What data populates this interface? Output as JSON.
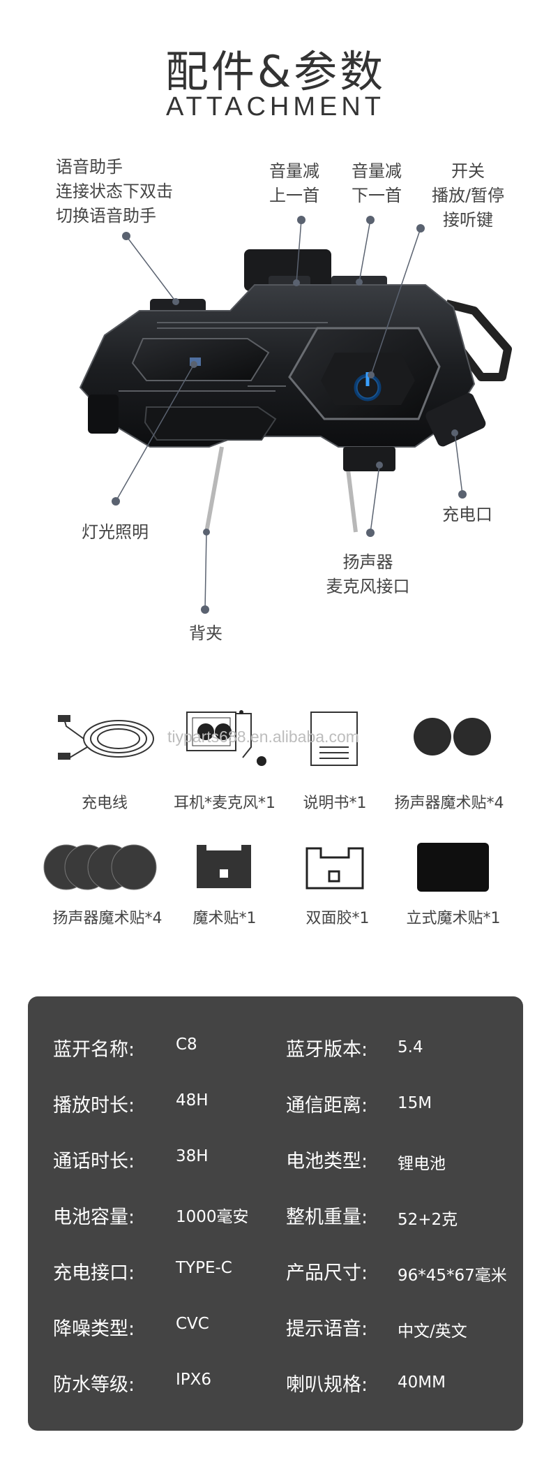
{
  "header": {
    "title": "配件&参数",
    "subtitle": "ATTACHMENT"
  },
  "callouts": {
    "voice_assistant": [
      "语音助手",
      "连接状态下双击",
      "切换语音助手"
    ],
    "vol_down_prev": [
      "音量减",
      "上一首"
    ],
    "vol_down_next": [
      "音量减",
      "下一首"
    ],
    "power": [
      "开关",
      "播放/暂停",
      "接听键"
    ],
    "light": [
      "灯光照明"
    ],
    "charge_port": [
      "充电口"
    ],
    "speaker_mic": [
      "扬声器",
      "麦克风接口"
    ],
    "back_clip": [
      "背夹"
    ]
  },
  "watermark": "tiyparts688.en.alibaba.com",
  "accessories": {
    "row1": [
      "充电线",
      "耳机*麦克风*1",
      "说明书*1",
      "扬声器魔术贴*4"
    ],
    "row2": [
      "扬声器魔术贴*4",
      "魔术贴*1",
      "双面胶*1",
      "立式魔术贴*1"
    ]
  },
  "specs": {
    "left": [
      {
        "k": "蓝开名称:",
        "v": "C8"
      },
      {
        "k": "播放时长:",
        "v": "48H"
      },
      {
        "k": "通话时长:",
        "v": "38H"
      },
      {
        "k": "电池容量:",
        "v": "1000毫安"
      },
      {
        "k": "充电接口:",
        "v": "TYPE-C"
      },
      {
        "k": "降噪类型:",
        "v": "CVC"
      },
      {
        "k": "防水等级:",
        "v": "IPX6"
      }
    ],
    "right": [
      {
        "k": "蓝牙版本:",
        "v": "5.4"
      },
      {
        "k": "通信距离:",
        "v": "15M"
      },
      {
        "k": "电池类型:",
        "v": "锂电池"
      },
      {
        "k": "整机重量:",
        "v": "52+2克"
      },
      {
        "k": "产品尺寸:",
        "v": "96*45*67毫米"
      },
      {
        "k": "提示语音:",
        "v": "中文/英文"
      },
      {
        "k": "喇叭规格:",
        "v": "40MM"
      }
    ]
  },
  "colors": {
    "panel": "#444444",
    "power_led": "#3aa0ff",
    "callout_dot": "#5a6270"
  }
}
